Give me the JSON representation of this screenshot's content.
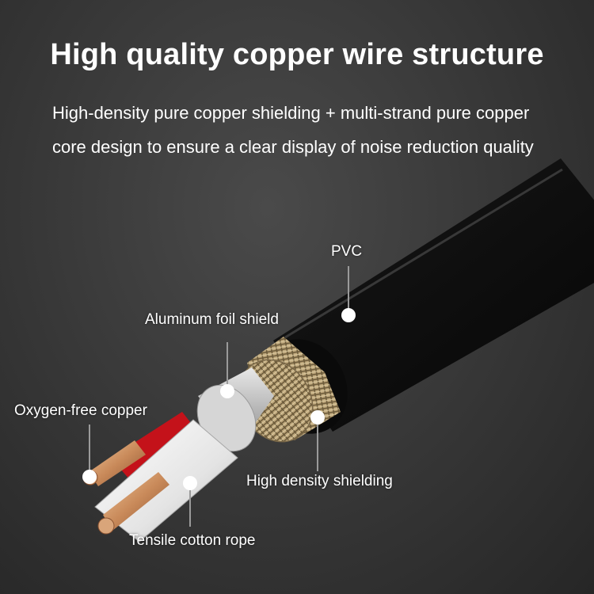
{
  "title": "High quality copper wire structure",
  "subtitle": {
    "line1": "High-density pure copper shielding + multi-strand pure copper",
    "line2": "core design to ensure a clear display of noise reduction quality"
  },
  "labels": {
    "pvc": "PVC",
    "aluminum_foil": "Aluminum foil shield",
    "oxygen_free_copper": "Oxygen-free copper",
    "high_density_shielding": "High density shielding",
    "tensile_cotton_rope": "Tensile cotton rope"
  },
  "colors": {
    "background": "#363636",
    "jacket": "#0c0c0c",
    "braid": "#c9b58c",
    "foil": "#c4c4c4",
    "copper": "#c98a5a",
    "red_insulation": "#c4121a",
    "marker": "#ffffff"
  }
}
